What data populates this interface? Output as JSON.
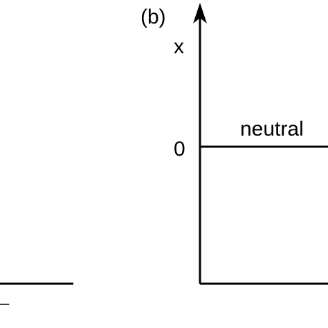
{
  "figure": {
    "panel_label": "(b)",
    "y_axis_label": "x",
    "y_tick_zero": "0",
    "line_label": "neutral",
    "left_fragment_label": "–"
  },
  "colors": {
    "ink": "#000000",
    "background": "#ffffff"
  }
}
